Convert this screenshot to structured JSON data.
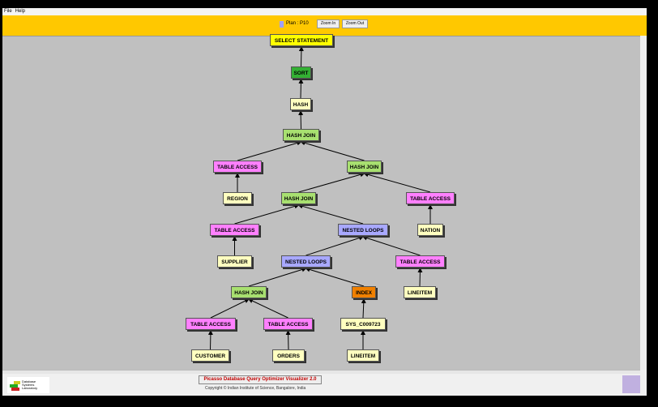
{
  "menu": [
    "File",
    "Help"
  ],
  "toolbar": {
    "plan_label": "Plan : P10",
    "zoom_in": "Zoom In",
    "zoom_out": "Zoom Out"
  },
  "footer": {
    "title": "Picasso Database Query Optimizer Visualizer 2.0",
    "copyright": "Copyright © Indian Institute of Science, Bangalore, India",
    "logo_text": "Database Systems Laboratory"
  },
  "colors": {
    "select": "#ffff00",
    "sort": "#33b033",
    "hash": "#ffffc0",
    "join": "#a8e070",
    "access": "#ff80ff",
    "loops": "#a8a8ff",
    "index": "#f08000",
    "table": "#ffffc0"
  },
  "nodes": [
    {
      "label": "SELECT STATEMENT",
      "type": "select",
      "parent": null
    },
    {
      "label": "SORT",
      "type": "sort",
      "parent": 0
    },
    {
      "label": "HASH",
      "type": "hash",
      "parent": 1
    },
    {
      "label": "HASH JOIN",
      "type": "join",
      "parent": 2
    },
    {
      "label": "TABLE ACCESS",
      "type": "access",
      "parent": 3
    },
    {
      "label": "HASH JOIN",
      "type": "join",
      "parent": 3
    },
    {
      "label": "REGION",
      "type": "table",
      "parent": 4
    },
    {
      "label": "HASH JOIN",
      "type": "join",
      "parent": 5
    },
    {
      "label": "TABLE ACCESS",
      "type": "access",
      "parent": 5
    },
    {
      "label": "TABLE ACCESS",
      "type": "access",
      "parent": 7
    },
    {
      "label": "NESTED LOOPS",
      "type": "loops",
      "parent": 7
    },
    {
      "label": "NATION",
      "type": "table",
      "parent": 8
    },
    {
      "label": "SUPPLIER",
      "type": "table",
      "parent": 9
    },
    {
      "label": "NESTED LOOPS",
      "type": "loops",
      "parent": 10
    },
    {
      "label": "TABLE ACCESS",
      "type": "access",
      "parent": 10
    },
    {
      "label": "HASH JOIN",
      "type": "join",
      "parent": 13
    },
    {
      "label": "INDEX",
      "type": "index",
      "parent": 13
    },
    {
      "label": "LINEITEM",
      "type": "table",
      "parent": 14
    },
    {
      "label": "TABLE ACCESS",
      "type": "access",
      "parent": 15
    },
    {
      "label": "TABLE ACCESS",
      "type": "access",
      "parent": 15
    },
    {
      "label": "SYS_C009723",
      "type": "table",
      "parent": 16
    },
    {
      "label": "CUSTOMER",
      "type": "table",
      "parent": 18
    },
    {
      "label": "ORDERS",
      "type": "table",
      "parent": 19
    },
    {
      "label": "LINEITEM",
      "type": "table",
      "parent": 20
    }
  ]
}
